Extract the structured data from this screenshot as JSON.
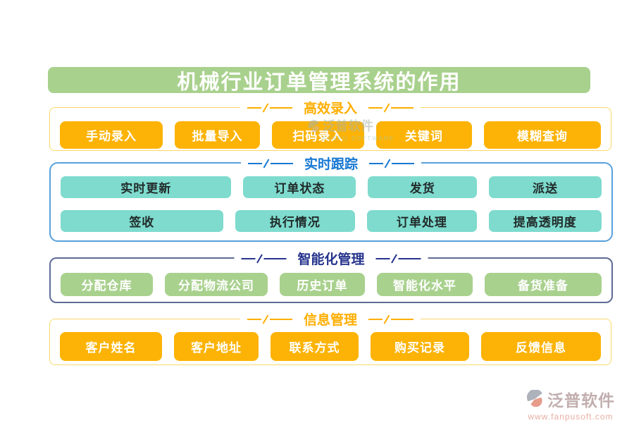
{
  "title": "机械行业订单管理系统的作用",
  "sections": [
    {
      "heading": "高效录入",
      "rows": [
        [
          "手动录入",
          "批量导入",
          "扫码录入",
          "关键词",
          "模糊查询"
        ]
      ]
    },
    {
      "heading": "实时跟踪",
      "rows": [
        [
          "实时更新",
          "订单状态",
          "发货",
          "派送"
        ],
        [
          "签收",
          "执行情况",
          "订单处理",
          "提高透明度"
        ]
      ]
    },
    {
      "heading": "智能化管理",
      "rows": [
        [
          "分配仓库",
          "分配物流公司",
          "历史订单",
          "智能化水平",
          "备货准备"
        ]
      ]
    },
    {
      "heading": "信息管理",
      "rows": [
        [
          "客户姓名",
          "客户地址",
          "联系方式",
          "购买记录",
          "反馈信息"
        ]
      ]
    }
  ],
  "watermark": {
    "name": "泛普软件",
    "tagline": "FANPU SOFTWARE"
  },
  "footer": {
    "brand": "泛普软件",
    "website": "www.fanpusoft.com"
  },
  "colors": {
    "title_bg": "#a9d18e",
    "orange_button": "#fcb305",
    "orange_heading": "#ffae00",
    "yellow_border": "#fbd96a",
    "teal_button": "#7edbce",
    "blue_heading": "#1778d2",
    "blue_border": "#58a0dc",
    "navy_heading": "#26348d",
    "slate_border": "#5e6c95",
    "green_button": "#a9d18e"
  }
}
